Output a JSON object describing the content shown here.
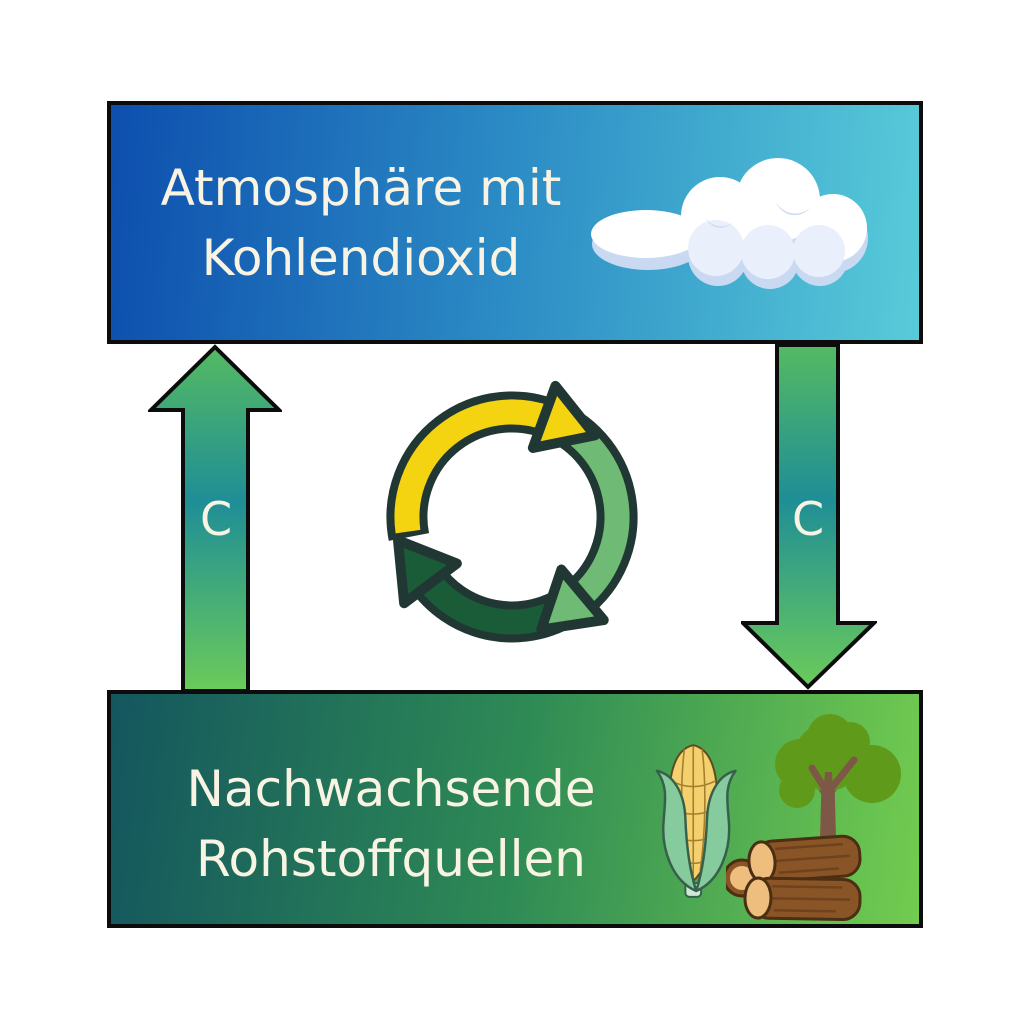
{
  "diagram": {
    "background": "#ffffff",
    "top_box": {
      "line1": "Atmosphäre mit",
      "line2": "Kohlendioxid",
      "icon": "cloud-icon"
    },
    "bottom_box": {
      "line1": "Nachwachsende",
      "line2": "Rohstoffquellen",
      "icons": [
        "corn-icon",
        "tree-icon",
        "logs-icon"
      ]
    },
    "left_arrow": {
      "label": "C",
      "direction": "up"
    },
    "right_arrow": {
      "label": "C",
      "direction": "down"
    },
    "center_icon": "recycle-cycle-icon",
    "colors": {
      "box_border": "#0c0c0c",
      "atmosphere_gradient_left": "#0d4fae",
      "atmosphere_gradient_right": "#58cbd9",
      "sources_gradient_left": "#14565e",
      "sources_gradient_right": "#72cc4f",
      "arrow_green_top": "#55ba62",
      "arrow_teal_mid": "#1f8e96",
      "arrow_green_bottom": "#6bcb5a",
      "cycle_yellow": "#f4d411",
      "cycle_light_green": "#6fba74",
      "cycle_dark_green": "#1a5c38",
      "cycle_outline": "#213734",
      "cloud_shadow": "#c9d9f2",
      "text_color": "#f8f3e3"
    }
  }
}
